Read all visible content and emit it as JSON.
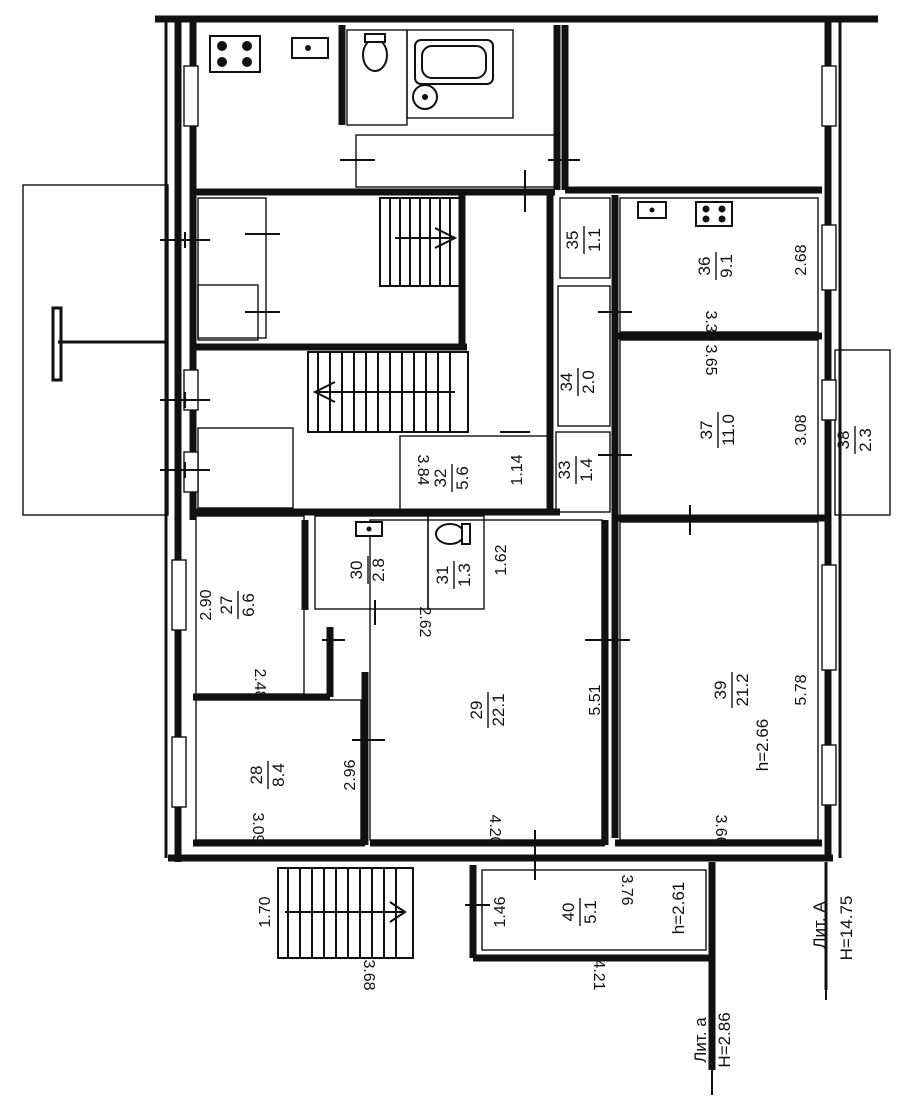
{
  "rooms": [
    {
      "id": "27",
      "no": "27",
      "area": "6.6"
    },
    {
      "id": "28",
      "no": "28",
      "area": "8.4"
    },
    {
      "id": "29",
      "no": "29",
      "area": "22.1"
    },
    {
      "id": "30",
      "no": "30",
      "area": "2.8"
    },
    {
      "id": "31",
      "no": "31",
      "area": "1.3"
    },
    {
      "id": "32",
      "no": "32",
      "area": "5.6"
    },
    {
      "id": "33",
      "no": "33",
      "area": "1.4"
    },
    {
      "id": "34",
      "no": "34",
      "area": "2.0"
    },
    {
      "id": "35",
      "no": "35",
      "area": "1.1"
    },
    {
      "id": "36",
      "no": "36",
      "area": "9.1"
    },
    {
      "id": "37",
      "no": "37",
      "area": "11.0"
    },
    {
      "id": "38",
      "no": "38",
      "area": "2.3"
    },
    {
      "id": "39",
      "no": "39",
      "area": "21.2"
    },
    {
      "id": "40",
      "no": "40",
      "area": "5.1"
    }
  ],
  "dimensions": {
    "d_2_90": "2.90",
    "d_2_48": "2.48",
    "d_2_96": "2.96",
    "d_3_09": "3.09",
    "d_2_62": "2.62",
    "d_1_62": "1.62",
    "d_4_20": "4.20",
    "d_5_51": "5.51",
    "d_3_84": "3.84",
    "d_1_14": "1.14",
    "d_3_39": "3.39",
    "d_2_68": "2.68",
    "d_3_65": "3.65",
    "d_3_08": "3.08",
    "d_5_78": "5.78",
    "d_3_66": "3.66",
    "d_1_70": "1.70",
    "d_3_68": "3.68",
    "d_1_46": "1.46",
    "d_3_76": "3.76",
    "d_4_21": "4.21"
  },
  "heights": {
    "h39": "h=2.66",
    "h40": "h=2.61"
  },
  "literals": {
    "lit_a_lower": "Лит. а",
    "h_lower": "H=2.86",
    "lit_a_upper": "Лит. А",
    "h_upper": "H=14.75"
  }
}
